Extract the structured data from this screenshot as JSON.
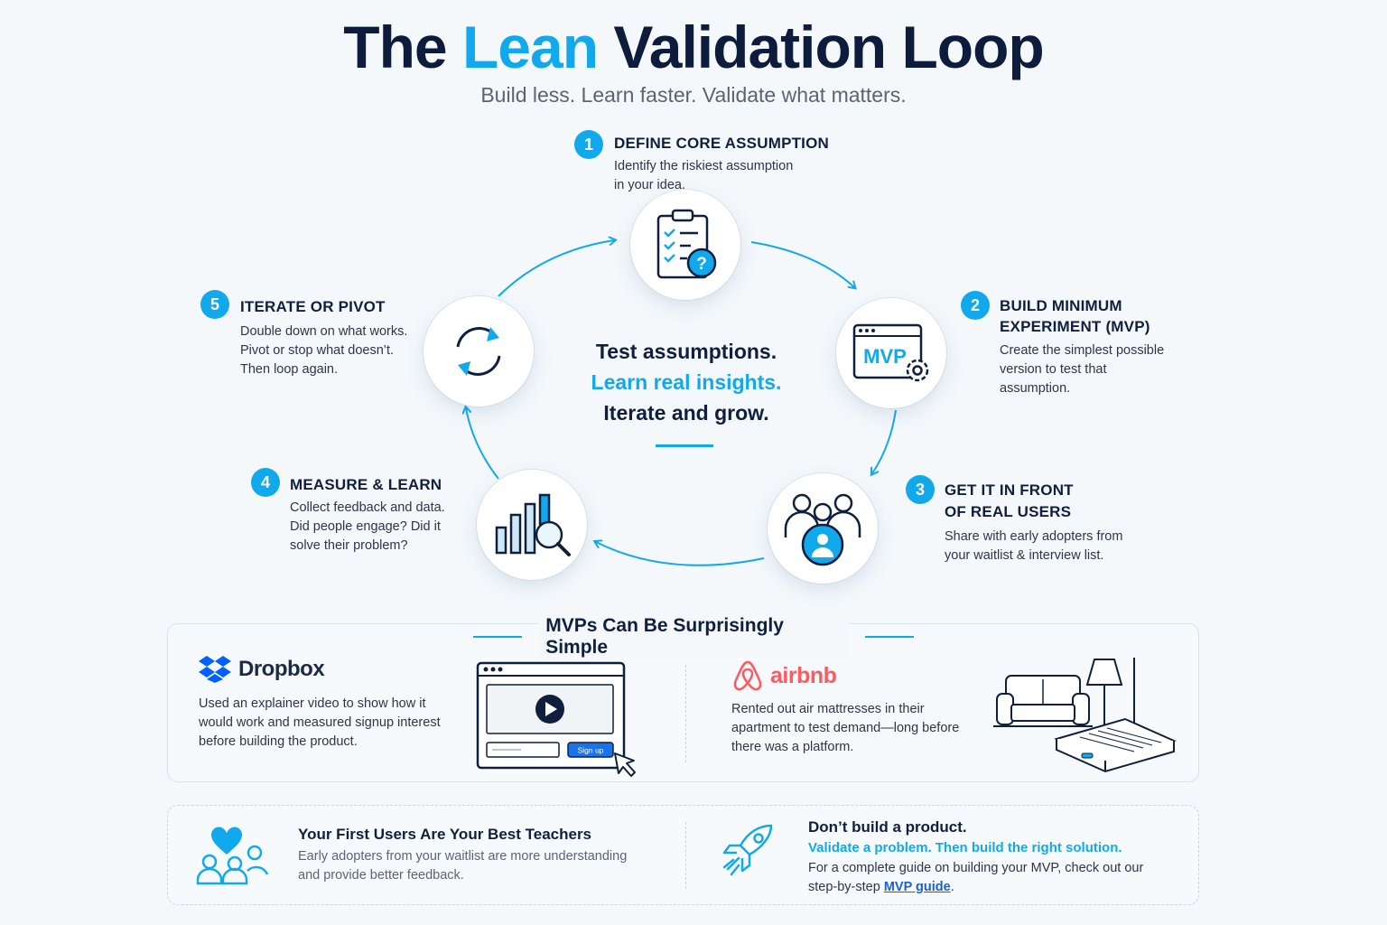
{
  "header": {
    "title_part1": "The",
    "title_accent": "Lean",
    "title_part2": "Validation Loop",
    "subtitle": "Build less. Learn faster. Validate what matters."
  },
  "center": {
    "line1": "Test assumptions.",
    "line2": "Learn real insights.",
    "line3": "Iterate and grow."
  },
  "steps": [
    {
      "num": "1",
      "title": "DEFINE CORE ASSUMPTION",
      "desc_lines": [
        "Identify the riskiest assumption",
        "in your idea."
      ],
      "icon": "clipboard-question-icon"
    },
    {
      "num": "2",
      "title_lines": [
        "BUILD MINIMUM",
        "EXPERIMENT (MVP)"
      ],
      "desc_lines": [
        "Create the simplest possible",
        "version to test that",
        "assumption."
      ],
      "icon": "mvp-window-gear-icon",
      "icon_text": "MVP"
    },
    {
      "num": "3",
      "title_lines": [
        "GET IT IN FRONT",
        "OF REAL USERS"
      ],
      "desc_lines": [
        "Share with early adopters from",
        "your waitlist & interview list."
      ],
      "icon": "users-group-icon"
    },
    {
      "num": "4",
      "title": "MEASURE & LEARN",
      "desc_lines": [
        "Collect feedback and data.",
        "Did people engage? Did it",
        "solve their problem?"
      ],
      "icon": "bar-chart-magnifier-icon"
    },
    {
      "num": "5",
      "title": "ITERATE OR PIVOT",
      "desc_lines": [
        "Double down on what works.",
        "Pivot or stop what doesn’t.",
        "Then loop again."
      ],
      "icon": "refresh-arrows-icon"
    }
  ],
  "examples": {
    "title": "MVPs Can Be Surprisingly Simple",
    "dropbox": {
      "name": "Dropbox",
      "desc_lines": [
        "Used an explainer video to show how it",
        "would work and measured signup interest",
        "before building the product."
      ],
      "signup_label": "Sign up"
    },
    "airbnb": {
      "name": "airbnb",
      "desc_lines": [
        "Rented out air mattresses in their",
        "apartment to test demand—long before",
        "there was a platform."
      ]
    }
  },
  "bottom": {
    "left_title": "Your First Users Are Your Best Teachers",
    "left_desc_lines": [
      "Early adopters from your waitlist are more understanding",
      "and provide better feedback."
    ],
    "right_title": "Don’t build a product.",
    "right_accent": "Validate a problem. Then build the right solution.",
    "right_desc_line1": "For a complete guide on building your MVP, check out our",
    "right_desc_line2_prefix": "step-by-step",
    "right_link": "MVP guide",
    "right_desc_line2_suffix": "."
  },
  "colors": {
    "accent": "#12a9ec",
    "navy": "#0d1c3c",
    "airbnb": "#ff5a5f",
    "dropbox": "#0061fe"
  }
}
